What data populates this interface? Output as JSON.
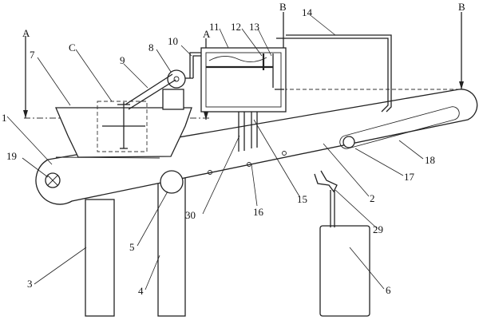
{
  "diagram": {
    "section_marks": {
      "a_left": "A",
      "a_right": "A",
      "b_left": "B",
      "b_right": "B"
    },
    "callouts": {
      "n1": "1",
      "n2": "2",
      "n3": "3",
      "n4": "4",
      "n5": "5",
      "n6": "6",
      "n7": "7",
      "n8": "8",
      "n9": "9",
      "n10": "10",
      "n11": "11",
      "n12": "12",
      "n13": "13",
      "n14": "14",
      "n15": "15",
      "n16": "16",
      "n17": "17",
      "n18": "18",
      "n19": "19",
      "n29": "29",
      "n30": "30",
      "c": "C"
    }
  }
}
